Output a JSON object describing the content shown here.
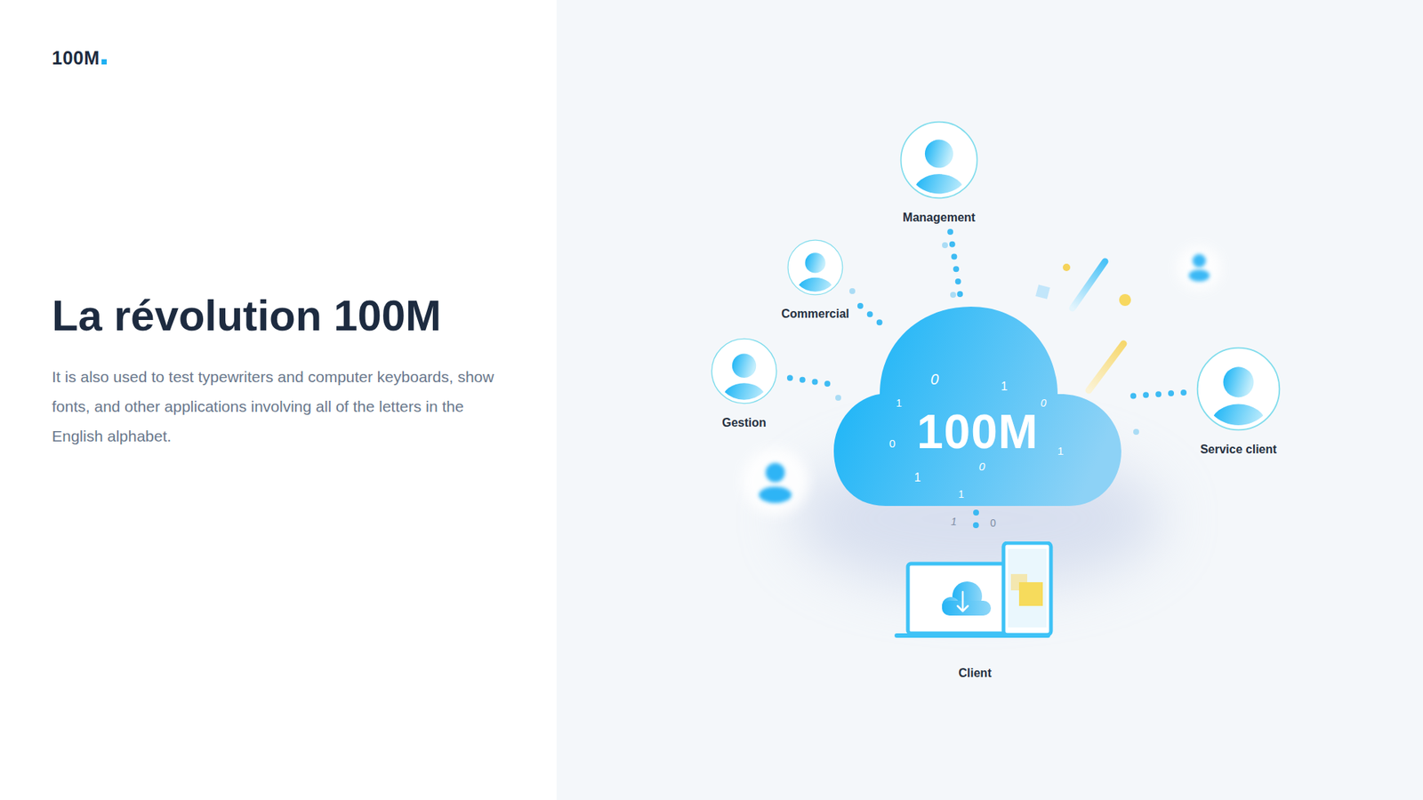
{
  "diagram": {
    "title": "La révolution 100M",
    "caption": "It is also used to test typewriters and computer keyboards, show fonts, and other applications involving all of the letters in the English alphabet.",
    "nodes": [
      {
        "text": [
          "Management"
        ]
      },
      {
        "text": [
          "Commercial"
        ]
      },
      {
        "text": [
          "Gestion"
        ]
      },
      {
        "text": [
          "100M"
        ]
      },
      {
        "text": [
          "Service client"
        ]
      },
      {
        "text": [
          "Client"
        ]
      }
    ],
    "edges": [
      {
        "from": 0,
        "to": 3,
        "arrow": "none"
      },
      {
        "from": 1,
        "to": 3,
        "arrow": "none"
      },
      {
        "from": 2,
        "to": 3,
        "arrow": "none"
      },
      {
        "from": 4,
        "to": 3,
        "arrow": "none"
      },
      {
        "from": 3,
        "to": 5,
        "arrow": "none"
      }
    ],
    "labels": [
      "100M",
      "0",
      "1",
      "1",
      "0",
      "0",
      "1",
      "0",
      "1",
      "1",
      "1",
      "0"
    ]
  }
}
